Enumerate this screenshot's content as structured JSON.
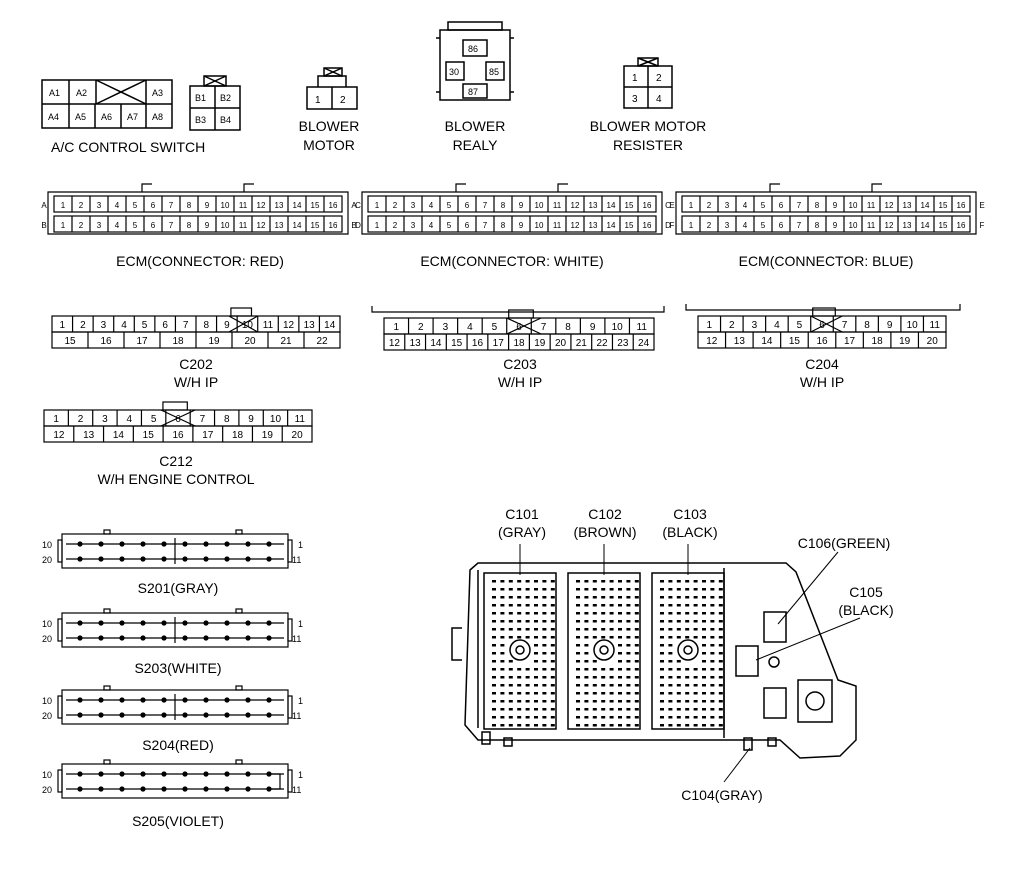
{
  "ac_switch": {
    "top": [
      "A1",
      "A2",
      "A3"
    ],
    "bottom": [
      "A4",
      "A5",
      "A6",
      "A7",
      "A8"
    ],
    "b_pins": [
      "B1",
      "B2",
      "B3",
      "B4"
    ],
    "label": "A/C CONTROL SWITCH"
  },
  "blower_motor": {
    "pins": [
      "1",
      "2"
    ],
    "label1": "BLOWER",
    "label2": "MOTOR"
  },
  "blower_relay": {
    "pins": [
      "86",
      "30",
      "85",
      "87"
    ],
    "label1": "BLOWER",
    "label2": "REALY"
  },
  "blower_resistor": {
    "pins": [
      "1",
      "2",
      "3",
      "4"
    ],
    "label1": "BLOWER MOTOR",
    "label2": "RESISTER"
  },
  "ecm": [
    {
      "row_labels": [
        "A",
        "B"
      ],
      "right_labels": [
        "A",
        "B"
      ],
      "label": "ECM(CONNECTOR: RED)"
    },
    {
      "row_labels": [
        "C",
        "D"
      ],
      "right_labels": [
        "C",
        "D"
      ],
      "label": "ECM(CONNECTOR: WHITE)"
    },
    {
      "row_labels": [
        "E",
        "F"
      ],
      "right_labels": [
        "E",
        "F"
      ],
      "label": "ECM(CONNECTOR: BLUE)"
    }
  ],
  "ecm_pins": [
    "1",
    "2",
    "3",
    "4",
    "5",
    "6",
    "7",
    "8",
    "9",
    "10",
    "11",
    "12",
    "13",
    "14",
    "15",
    "16"
  ],
  "c202": {
    "top": [
      "1",
      "2",
      "3",
      "4",
      "5",
      "6",
      "7",
      "8",
      "9",
      "10",
      "11",
      "12",
      "13",
      "14"
    ],
    "bottom": [
      "15",
      "16",
      "17",
      "18",
      "19",
      "20",
      "21",
      "22"
    ],
    "label1": "C202",
    "label2": "W/H IP"
  },
  "c203": {
    "top": [
      "1",
      "2",
      "3",
      "4",
      "5",
      "6",
      "7",
      "8",
      "9",
      "10",
      "11"
    ],
    "bottom": [
      "12",
      "13",
      "14",
      "15",
      "16",
      "17",
      "18",
      "19",
      "20",
      "21",
      "22",
      "23",
      "24"
    ],
    "label1": "C203",
    "label2": "W/H IP"
  },
  "c204": {
    "top": [
      "1",
      "2",
      "3",
      "4",
      "5",
      "6",
      "7",
      "8",
      "9",
      "10",
      "11"
    ],
    "bottom": [
      "12",
      "13",
      "14",
      "15",
      "16",
      "17",
      "18",
      "19",
      "20"
    ],
    "label1": "C204",
    "label2": "W/H IP"
  },
  "c212": {
    "top": [
      "1",
      "2",
      "3",
      "4",
      "5",
      "6",
      "7",
      "8",
      "9",
      "10",
      "11"
    ],
    "bottom": [
      "12",
      "13",
      "14",
      "15",
      "16",
      "17",
      "18",
      "19",
      "20"
    ],
    "label1": "C212",
    "label2": "W/H ENGINE CONTROL"
  },
  "splices": [
    {
      "label": "S201(GRAY)",
      "left_top": "10",
      "left_bottom": "20",
      "right_top": "1",
      "right_bottom": "11"
    },
    {
      "label": "S203(WHITE)",
      "left_top": "10",
      "left_bottom": "20",
      "right_top": "1",
      "right_bottom": "11"
    },
    {
      "label": "S204(RED)",
      "left_top": "10",
      "left_bottom": "20",
      "right_top": "1",
      "right_bottom": "11"
    },
    {
      "label": "S205(VIOLET)",
      "left_top": "10",
      "left_bottom": "20",
      "right_top": "1",
      "right_bottom": "11"
    }
  ],
  "junction_block": {
    "c101": [
      "C101",
      "(GRAY)"
    ],
    "c102": [
      "C102",
      "(BROWN)"
    ],
    "c103": [
      "C103",
      "(BLACK)"
    ],
    "c106": "C106(GREEN)",
    "c105": [
      "C105",
      "(BLACK)"
    ],
    "c104": "C104(GRAY)"
  }
}
